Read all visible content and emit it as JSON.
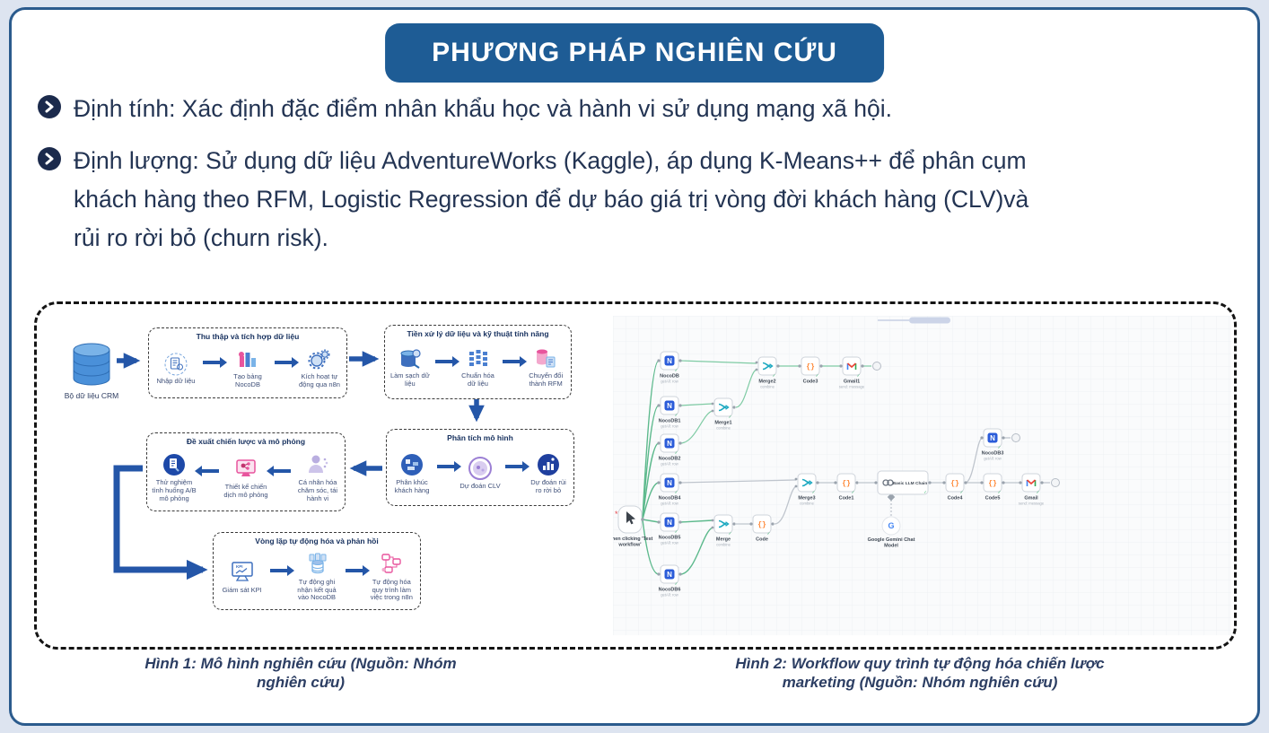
{
  "title": "PHƯƠNG PHÁP NGHIÊN CỨU",
  "colors": {
    "accent_badge": "#1e5c95",
    "card_border": "#2b5b8d",
    "body_text": "#233453",
    "diagram_arrow": "#2456a8",
    "workflow_green_edge": "#5cb98c",
    "nocodb_blue": "#2b5cd9",
    "code_orange": "#ff8633",
    "merge_teal": "#1ba8c0"
  },
  "bullets": [
    "Định tính: Xác định đặc điểm nhân khẩu học và hành vi sử dụng mạng xã hội.",
    "Định lượng: Sử dụng dữ liệu AdventureWorks (Kaggle), áp dụng K-Means++ để phân cụm khách hàng theo RFM, Logistic Regression để dự báo giá trị vòng đời khách hàng (CLV)và rủi ro rời bỏ (churn risk)."
  ],
  "figure1": {
    "caption": "Hình 1: Mô hình nghiên cứu (Nguồn: Nhóm nghiên cứu)",
    "database_label": "Bộ dữ liệu CRM",
    "boxes": [
      {
        "title": "Thu thập và tích hợp dữ liệu",
        "items": [
          "Nhập dữ liệu",
          "Tạo bảng NocoDB",
          "Kích hoạt tự động qua n8n"
        ]
      },
      {
        "title": "Tiền xử lý dữ liệu và kỹ thuật tính năng",
        "items": [
          "Làm sạch dữ liệu",
          "Chuẩn hóa dữ liệu",
          "Chuyển đổi thành RFM"
        ]
      },
      {
        "title": "Phân tích mô hình",
        "items": [
          "Phân khúc khách hàng",
          "Dự đoán CLV",
          "Dự đoán rủi ro rời bỏ"
        ]
      },
      {
        "title": "Đề xuất chiến lược và mô phỏng",
        "items": [
          "Thử nghiệm tình huống A/B mô phỏng",
          "Thiết kế chiến dịch mô phỏng",
          "Cá nhân hóa chăm sóc, tái hành vi"
        ]
      },
      {
        "title": "Vòng lặp tự động hóa và phản hồi",
        "items": [
          "Giám sát KPI",
          "Tự động ghi nhận kết quả vào NocoDB",
          "Tự động hóa quy trình làm việc trong n8n"
        ]
      }
    ]
  },
  "figure2": {
    "caption": "Hình 2: Workflow quy trình tự động hóa chiến lược marketing (Nguồn: Nhóm nghiên cứu)",
    "trigger": {
      "line1": "When clicking 'Test",
      "line2": "workflow'"
    },
    "nodes": {
      "nocoA": {
        "label": "NocoDB",
        "sub": "getAll: row"
      },
      "nocoB": {
        "label": "NocoDB1",
        "sub": "getAll: row"
      },
      "nocoC": {
        "label": "NocoDB2",
        "sub": "getAll: row"
      },
      "nocoD": {
        "label": "NocoDB4",
        "sub": "getAll: row"
      },
      "nocoE": {
        "label": "NocoDB5",
        "sub": "getAll: row"
      },
      "nocoF": {
        "label": "NocoDB6",
        "sub": "getAll: row"
      },
      "nocoR": {
        "label": "NocoDB3",
        "sub": "getAll: row"
      },
      "merge1": {
        "label": "Merge1",
        "sub": "combine"
      },
      "merge2": {
        "label": "Merge2",
        "sub": "combine"
      },
      "merge3": {
        "label": "Merge3",
        "sub": "combine"
      },
      "merge0": {
        "label": "Merge",
        "sub": "combine"
      },
      "code3": {
        "label": "Code3"
      },
      "code1": {
        "label": "Code1"
      },
      "code4": {
        "label": "Code4"
      },
      "code5": {
        "label": "Code5"
      },
      "code0": {
        "label": "Code"
      },
      "gmail1": {
        "label": "Gmail1",
        "sub": "send: message"
      },
      "gmail0": {
        "label": "Gmail",
        "sub": "send: message"
      },
      "llm": {
        "label": "Basic LLM Chain"
      },
      "gemini": {
        "line1": "Google Gemini Chat",
        "line2": "Model"
      }
    }
  }
}
